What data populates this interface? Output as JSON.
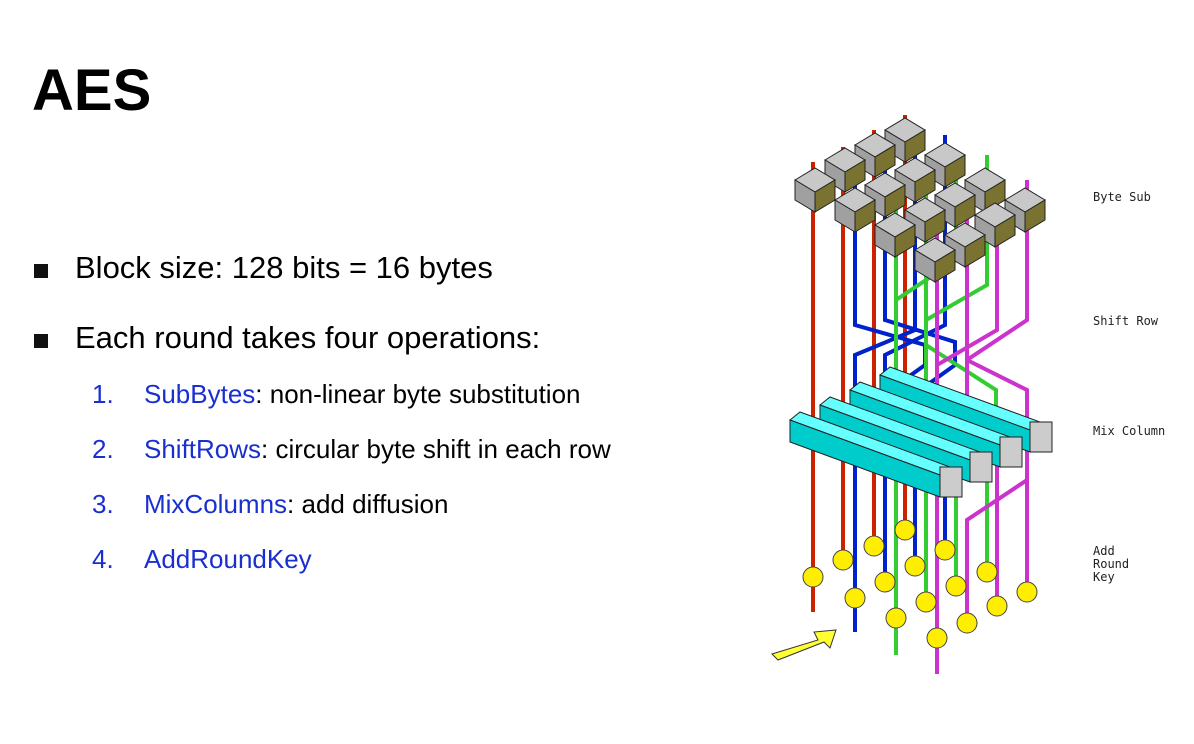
{
  "slide": {
    "title": "AES",
    "bullets": [
      "Block size: 128 bits = 16 bytes",
      "Each round takes four operations:"
    ],
    "steps": [
      {
        "num": "1.",
        "name": "SubBytes",
        "desc": ": non-linear byte substitution"
      },
      {
        "num": "2.",
        "name": "ShiftRows",
        "desc": ": circular byte shift in each row"
      },
      {
        "num": "3.",
        "name": "MixColumns",
        "desc": ": add diffusion"
      },
      {
        "num": "4.",
        "name": "AddRoundKey",
        "desc": ""
      }
    ]
  },
  "diagram": {
    "labels": {
      "byte_sub": "Byte Sub",
      "shift_row": "Shift Row",
      "mix_column": "Mix Column",
      "add_round_key": "Add\nRound\nKey"
    },
    "colors": {
      "red": "#cc2200",
      "blue": "#0022cc",
      "green": "#33cc33",
      "purple": "#cc33cc",
      "cube_top": "#c8c8c8",
      "cube_side": "#7a7230",
      "slab_face": "#00cccc",
      "slab_top": "#66ffff",
      "key_circle": "#ffee00",
      "arrow": "#ffff33"
    }
  }
}
